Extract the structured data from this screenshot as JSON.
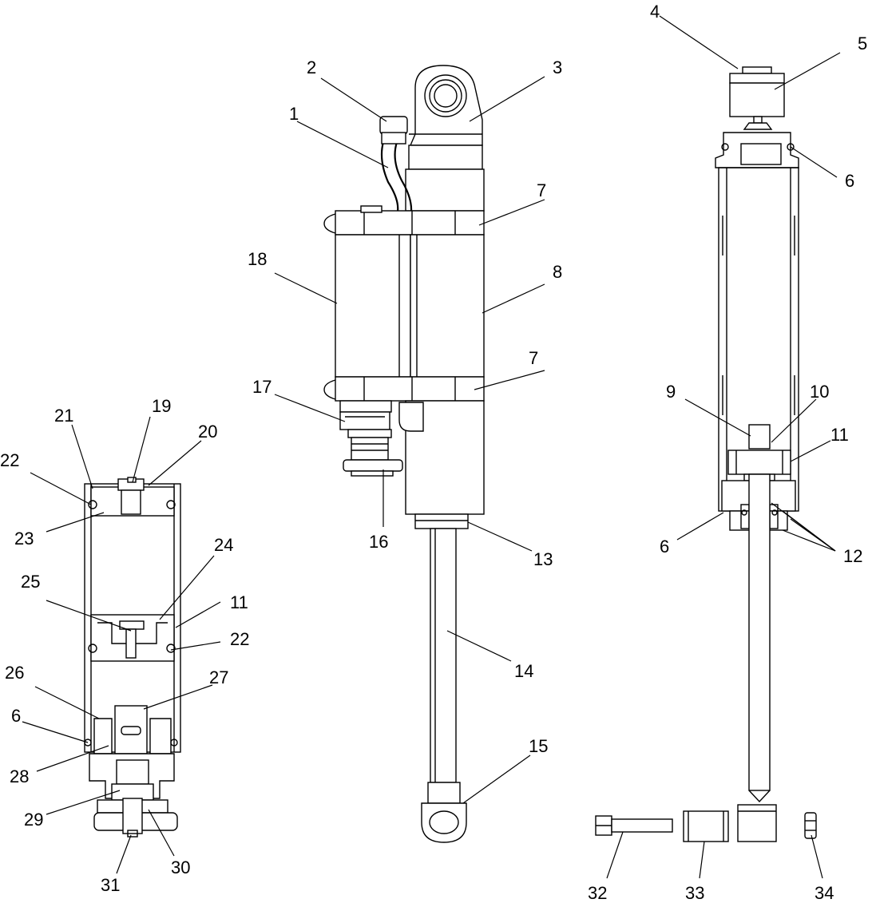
{
  "callouts": [
    {
      "id": "c1",
      "text": "1"
    },
    {
      "id": "c2",
      "text": "2"
    },
    {
      "id": "c3",
      "text": "3"
    },
    {
      "id": "c4",
      "text": "4"
    },
    {
      "id": "c5",
      "text": "5"
    },
    {
      "id": "c6a",
      "text": "6"
    },
    {
      "id": "c6b",
      "text": "6"
    },
    {
      "id": "c6c",
      "text": "6"
    },
    {
      "id": "c7a",
      "text": "7"
    },
    {
      "id": "c7b",
      "text": "7"
    },
    {
      "id": "c8",
      "text": "8"
    },
    {
      "id": "c9",
      "text": "9"
    },
    {
      "id": "c10",
      "text": "10"
    },
    {
      "id": "c11a",
      "text": "11"
    },
    {
      "id": "c11b",
      "text": "11"
    },
    {
      "id": "c12",
      "text": "12"
    },
    {
      "id": "c13",
      "text": "13"
    },
    {
      "id": "c14",
      "text": "14"
    },
    {
      "id": "c15",
      "text": "15"
    },
    {
      "id": "c16",
      "text": "16"
    },
    {
      "id": "c17",
      "text": "17"
    },
    {
      "id": "c18",
      "text": "18"
    },
    {
      "id": "c19",
      "text": "19"
    },
    {
      "id": "c20",
      "text": "20"
    },
    {
      "id": "c21",
      "text": "21"
    },
    {
      "id": "c22a",
      "text": "22"
    },
    {
      "id": "c22b",
      "text": "22"
    },
    {
      "id": "c23",
      "text": "23"
    },
    {
      "id": "c24",
      "text": "24"
    },
    {
      "id": "c25",
      "text": "25"
    },
    {
      "id": "c26",
      "text": "26"
    },
    {
      "id": "c27",
      "text": "27"
    },
    {
      "id": "c28",
      "text": "28"
    },
    {
      "id": "c29",
      "text": "29"
    },
    {
      "id": "c30",
      "text": "30"
    },
    {
      "id": "c31",
      "text": "31"
    },
    {
      "id": "c32",
      "text": "32"
    },
    {
      "id": "c33",
      "text": "33"
    },
    {
      "id": "c34",
      "text": "34"
    }
  ]
}
